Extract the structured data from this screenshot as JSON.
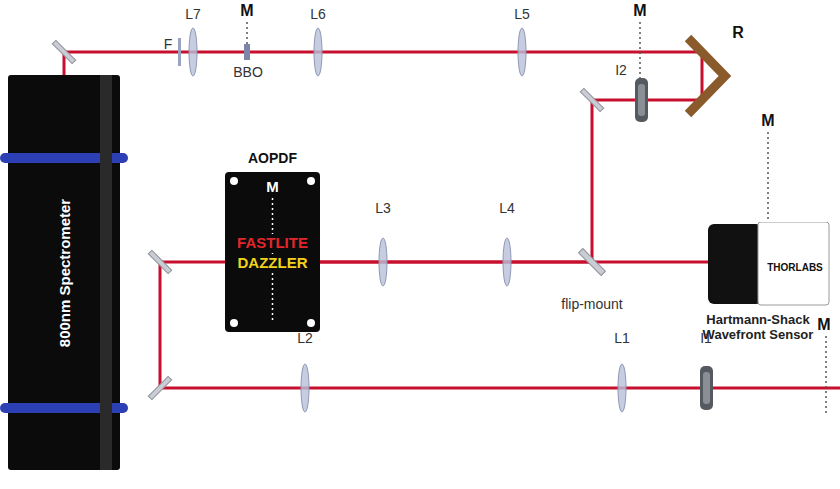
{
  "diagram": {
    "nodes": [
      {
        "text": [
          "800nm Spectrometer"
        ]
      },
      {
        "text": [
          "AOPDF",
          "M",
          "FASTLITE",
          "DAZZLER"
        ]
      },
      {
        "text": [
          "M",
          "THORLABS",
          "Hartmann-Shack Wavefront Sensor"
        ]
      }
    ],
    "edges": [
      {
        "from": 1,
        "to": 2,
        "arrow": "none"
      },
      {
        "from": 1,
        "to": 0,
        "arrow": "none"
      }
    ],
    "labels": [
      "L7",
      "F",
      "M",
      "BBO",
      "L6",
      "L5",
      "M",
      "I2",
      "R",
      "L3",
      "L4",
      "flip-mount",
      "L2",
      "L1",
      "I1",
      "M"
    ]
  }
}
